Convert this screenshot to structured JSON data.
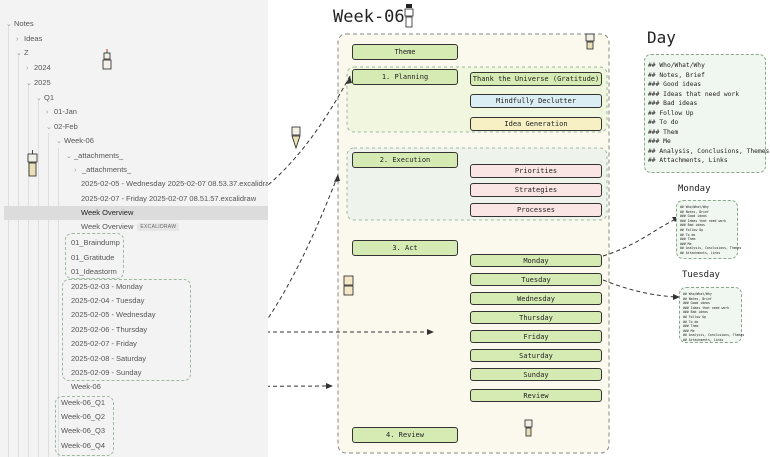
{
  "tree": {
    "rows": [
      {
        "label": "Notes",
        "chevron": "v"
      },
      {
        "label": "Ideas",
        "chevron": ">"
      },
      {
        "label": "Z",
        "chevron": "v"
      },
      {
        "label": "2024",
        "chevron": ">"
      },
      {
        "label": "2025",
        "chevron": "v"
      },
      {
        "label": "Q1",
        "chevron": "v"
      },
      {
        "label": "01-Jan",
        "chevron": ">"
      },
      {
        "label": "02-Feb",
        "chevron": "v"
      },
      {
        "label": "Week-06",
        "chevron": "v"
      },
      {
        "label": "_attachments_",
        "chevron": "v"
      },
      {
        "label": "_attachments_",
        "chevron": ">"
      },
      {
        "label": "2025-02-05 - Wednesday 2025-02-07 08.53.37.excalidraw",
        "chevron": ""
      },
      {
        "label": "2025-02-07 - Friday 2025-02-07 08.51.57.excalidraw",
        "chevron": ""
      },
      {
        "label": "Week Overview",
        "chevron": ""
      },
      {
        "label": "Week Overview",
        "chevron": "",
        "tag": "EXCALIDRAW"
      },
      {
        "label": "01_Braindump",
        "chevron": ""
      },
      {
        "label": "01_Gratitude",
        "chevron": ""
      },
      {
        "label": "01_Ideastorm",
        "chevron": ""
      },
      {
        "label": "2025-02-03 - Monday",
        "chevron": ""
      },
      {
        "label": "2025-02-04 - Tuesday",
        "chevron": ""
      },
      {
        "label": "2025-02-05 - Wednesday",
        "chevron": ""
      },
      {
        "label": "2025-02-06 - Thursday",
        "chevron": ""
      },
      {
        "label": "2025-02-07 - Friday",
        "chevron": ""
      },
      {
        "label": "2025-02-08 - Saturday",
        "chevron": ""
      },
      {
        "label": "2025-02-09 - Sunday",
        "chevron": ""
      },
      {
        "label": "Week-06",
        "chevron": ""
      },
      {
        "label": "Week-06_Q1",
        "chevron": ""
      },
      {
        "label": "Week-06_Q2",
        "chevron": ""
      },
      {
        "label": "Week-06_Q3",
        "chevron": ""
      },
      {
        "label": "Week-06_Q4",
        "chevron": ""
      }
    ]
  },
  "board": {
    "title": "Week-06",
    "theme": "Theme",
    "planning": "1. Planning",
    "planning_items": [
      "Thank the Universe (Gratitude)",
      "Mindfully Declutter",
      "Idea Generation"
    ],
    "execution": "2. Execution",
    "execution_items": [
      "Priorities",
      "Strategies",
      "Processes"
    ],
    "act": "3. Act",
    "days": [
      "Monday",
      "Tuesday",
      "Wednesday",
      "Thursday",
      "Friday",
      "Saturday",
      "Sunday",
      "Review"
    ],
    "review": "4. Review"
  },
  "day_template": {
    "title": "Day",
    "lines": [
      "## Who/What/Why",
      "## Notes, Brief",
      "### Good ideas",
      "### Ideas that need work",
      "### Bad ideas",
      "## Follow Up",
      "## To do",
      "### Them",
      "### Me",
      "## Analysis, Conclusions, Themes",
      "## Attachments, Links"
    ]
  },
  "monday_card": {
    "title": "Monday"
  },
  "tuesday_card": {
    "title": "Tuesday"
  },
  "colors": {
    "tree_bg": "#f3f3f3",
    "selected_row": "#dcdcdc",
    "green_fill": "#d6ebb3",
    "area_fill": "#fbf9ee",
    "group_border": "#9db7a1"
  }
}
